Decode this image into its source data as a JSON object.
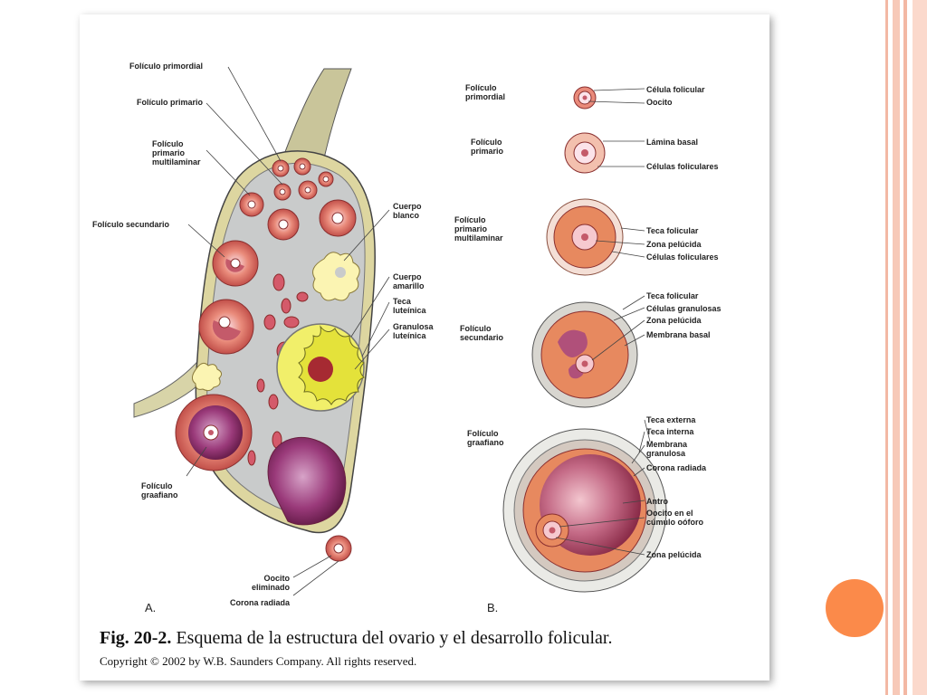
{
  "colors": {
    "accent_dot": "#fb8a4a",
    "frame_stripes": "#f3b8a4"
  },
  "panel_a": {
    "letter": "A.",
    "labels": [
      "Folículo primordial",
      "Folículo primario",
      "Folículo\nprimario\nmultilaminar",
      "Folículo secundario",
      "Folículo\ngraafiano",
      "Cuerpo\nblanco",
      "Cuerpo\namarillo",
      "Teca\nluteínica",
      "Granulosa\nluteínica",
      "Oocito\neliminado",
      "Corona radiada"
    ]
  },
  "panel_b": {
    "letter": "B.",
    "stages": [
      {
        "name": "Folículo\nprimordial",
        "labels": [
          "Célula folicular",
          "Oocito"
        ]
      },
      {
        "name": "Folículo\nprimario",
        "labels": [
          "Lámina basal",
          "Células foliculares"
        ]
      },
      {
        "name": "Folículo\nprimario\nmultilaminar",
        "labels": [
          "Teca folicular",
          "Zona pelúcida",
          "Células foliculares"
        ]
      },
      {
        "name": "Folículo\nsecundario",
        "labels": [
          "Teca folicular",
          "Células granulosas",
          "Zona pelúcida",
          "Membrana basal"
        ]
      },
      {
        "name": "Folículo\ngraafiano",
        "labels": [
          "Teca externa",
          "Teca interna",
          "Membrana\ngranulosa",
          "Corona radiada",
          "Antro",
          "Oocito en el\ncúmulo oóforo",
          "Zona pelúcida"
        ]
      }
    ]
  },
  "caption": {
    "fig_number": "Fig. 20-2.",
    "text": " Esquema de la estructura del ovario y el desarrollo folicular.",
    "copyright": "Copyright © 2002 by W.B. Saunders Company. All rights reserved."
  }
}
